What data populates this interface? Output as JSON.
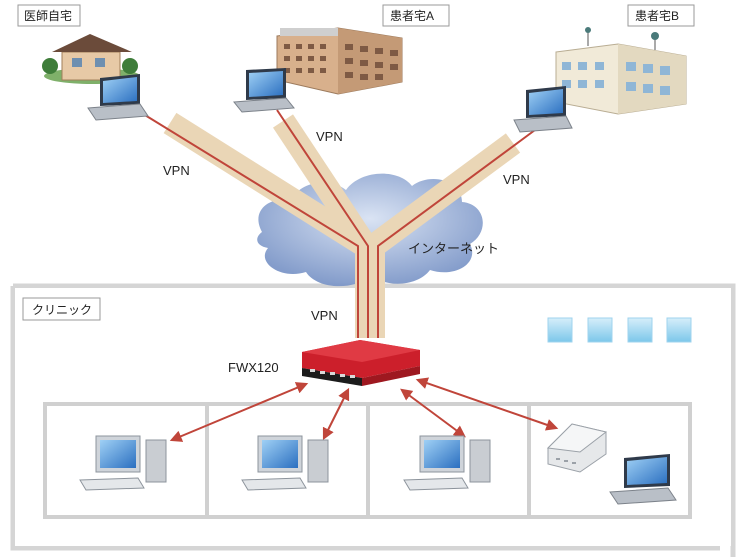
{
  "sites": {
    "doctor_home": "医師自宅",
    "patient_a": "患者宅A",
    "patient_b": "患者宅B",
    "clinic": "クリニック"
  },
  "labels": {
    "vpn": "VPN",
    "internet": "インターネット",
    "router": "FWX120"
  },
  "colors": {
    "tunnel_fill": "#ead6b6",
    "tunnel_line": "#c0453a",
    "cloud": "#8fa7d4",
    "router_red": "#cc1f2b",
    "arrow": "#c0453a",
    "frame": "#d5d5d5"
  }
}
